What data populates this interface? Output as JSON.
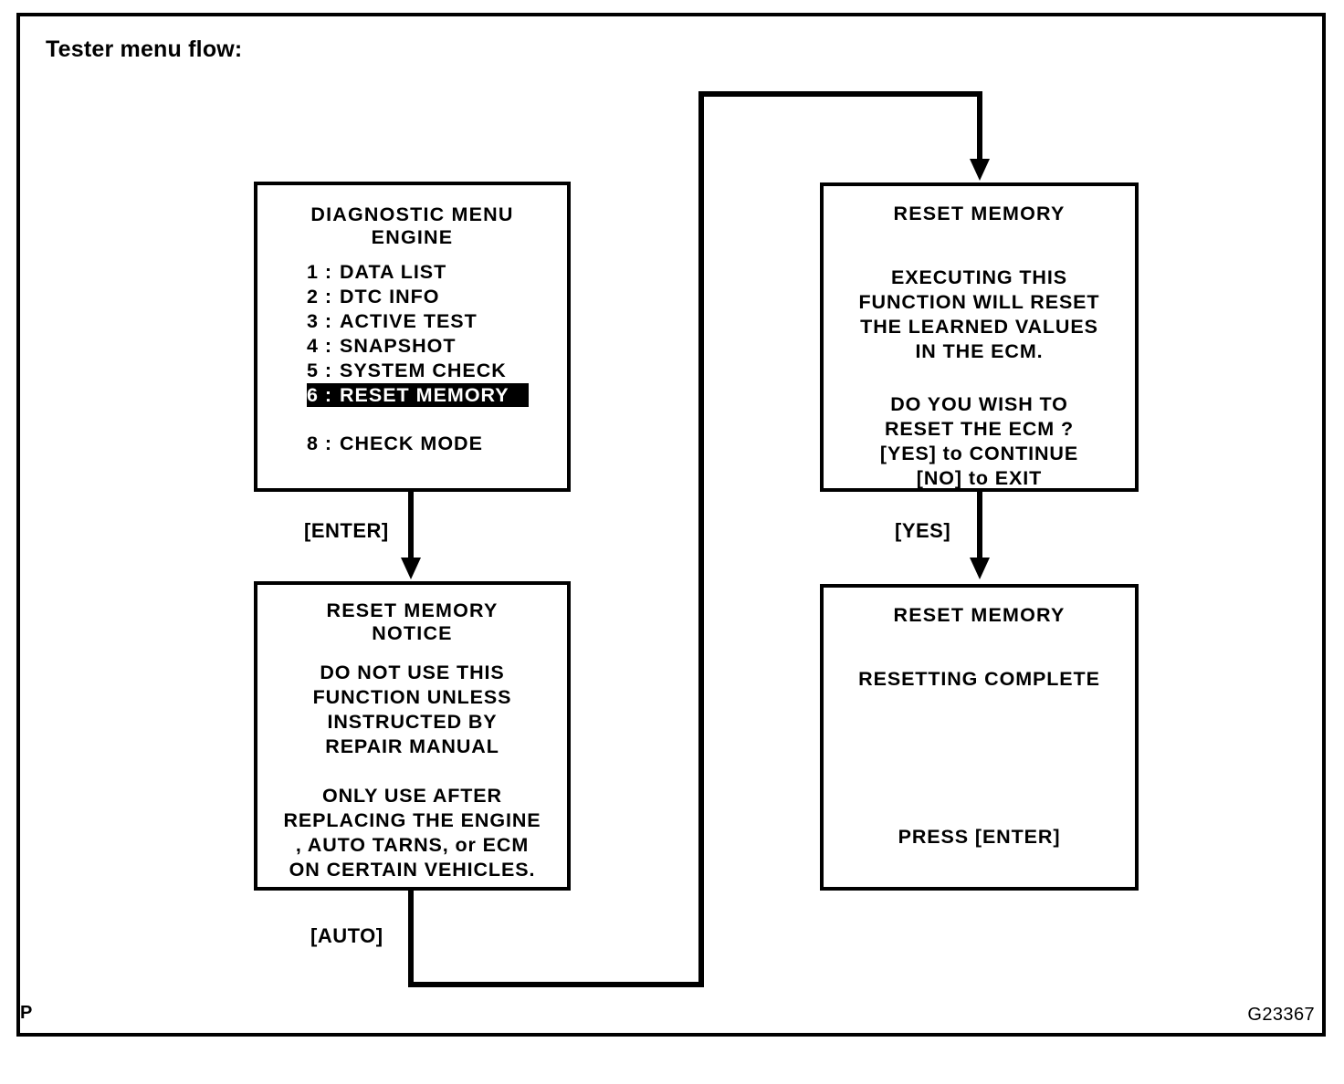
{
  "page": {
    "title": "Tester menu flow:",
    "figure_id": "G23367",
    "corner_mark": "P"
  },
  "boxes": {
    "diagnostic_menu": {
      "title_line1": "DIAGNOSTIC MENU",
      "title_line2": "ENGINE",
      "items": [
        {
          "num": "1 :",
          "label": "DATA LIST",
          "selected": false
        },
        {
          "num": "2 :",
          "label": "DTC INFO",
          "selected": false
        },
        {
          "num": "3 :",
          "label": "ACTIVE TEST",
          "selected": false
        },
        {
          "num": "4 :",
          "label": "SNAPSHOT",
          "selected": false
        },
        {
          "num": "5 :",
          "label": "SYSTEM CHECK",
          "selected": false
        },
        {
          "num": "6 :",
          "label": "RESET MEMORY",
          "selected": true
        },
        {
          "num": "8 :",
          "label": "CHECK MODE",
          "selected": false
        }
      ]
    },
    "reset_notice": {
      "title_line1": "RESET MEMORY",
      "title_line2": "NOTICE",
      "para1_line1": "DO NOT USE THIS",
      "para1_line2": "FUNCTION UNLESS",
      "para1_line3": "INSTRUCTED BY",
      "para1_line4": "REPAIR MANUAL",
      "para2_line1": "ONLY USE AFTER",
      "para2_line2": "REPLACING THE ENGINE",
      "para2_line3": ", AUTO TARNS, or ECM",
      "para2_line4": "ON CERTAIN VEHICLES."
    },
    "reset_confirm": {
      "title": "RESET MEMORY",
      "para1_line1": "EXECUTING THIS",
      "para1_line2": "FUNCTION WILL RESET",
      "para1_line3": "THE LEARNED VALUES",
      "para1_line4": "IN THE ECM.",
      "para2_line1": "DO YOU WISH TO",
      "para2_line2": "RESET THE ECM ?",
      "para2_line3": "[YES] to CONTINUE",
      "para2_line4": "[NO] to EXIT"
    },
    "reset_complete": {
      "title": "RESET MEMORY",
      "status": "RESETTING COMPLETE",
      "prompt": "PRESS [ENTER]"
    }
  },
  "connectors": {
    "enter_label": "[ENTER]",
    "auto_label": "[AUTO]",
    "yes_label": "[YES]"
  }
}
